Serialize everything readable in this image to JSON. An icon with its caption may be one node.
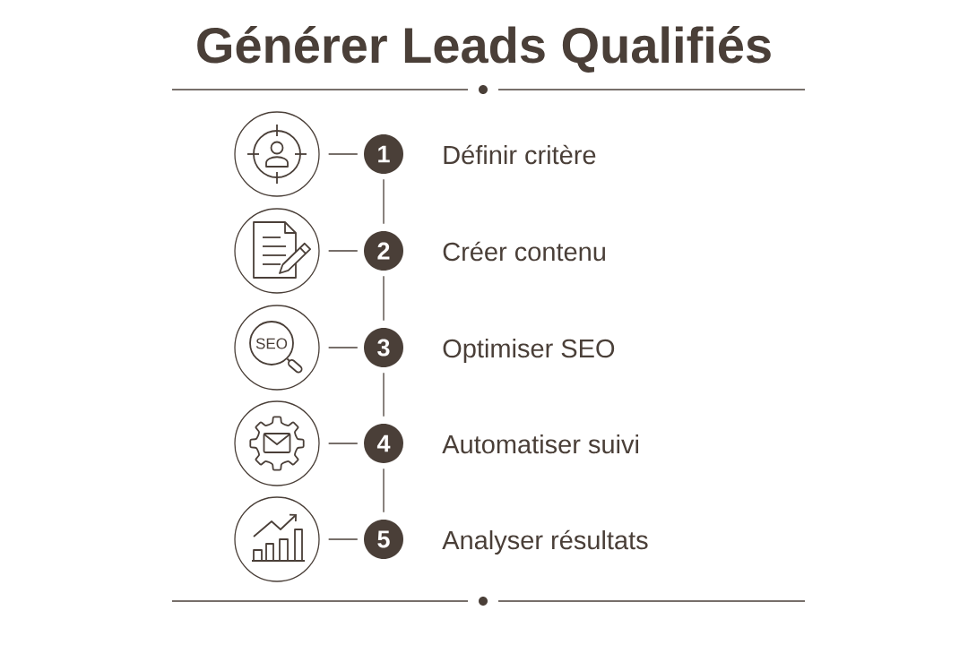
{
  "diagram": {
    "title": "Générer Leads Qualifiés",
    "nodes": [
      {
        "text": [],
        "shape": "circle"
      },
      {
        "text": [
          "1"
        ],
        "beside": [
          "Définir critère"
        ]
      },
      {
        "text": [],
        "shape": "circle"
      },
      {
        "text": [
          "2"
        ],
        "beside": [
          "Créer contenu"
        ]
      },
      {
        "text": [
          "SEO"
        ]
      },
      {
        "text": [
          "3"
        ],
        "beside": [
          "Optimiser SEO"
        ]
      },
      {
        "text": [],
        "shape": "circle"
      },
      {
        "text": [
          "4"
        ],
        "beside": [
          "Automatiser suivi"
        ]
      },
      {
        "text": [],
        "shape": "circle"
      },
      {
        "text": [
          "5"
        ],
        "beside": [
          "Analyser résultats"
        ]
      }
    ],
    "edges": [
      {
        "from": 0,
        "to": 1,
        "arrow": "none"
      },
      {
        "from": 2,
        "to": 3,
        "arrow": "none"
      },
      {
        "from": 4,
        "to": 5,
        "arrow": "none"
      },
      {
        "from": 6,
        "to": 7,
        "arrow": "none"
      },
      {
        "from": 8,
        "to": 9,
        "arrow": "none"
      },
      {
        "from": 1,
        "to": 3,
        "arrow": "none"
      },
      {
        "from": 3,
        "to": 5,
        "arrow": "none"
      },
      {
        "from": 5,
        "to": 7,
        "arrow": "none"
      },
      {
        "from": 7,
        "to": 9,
        "arrow": "none"
      }
    ]
  }
}
